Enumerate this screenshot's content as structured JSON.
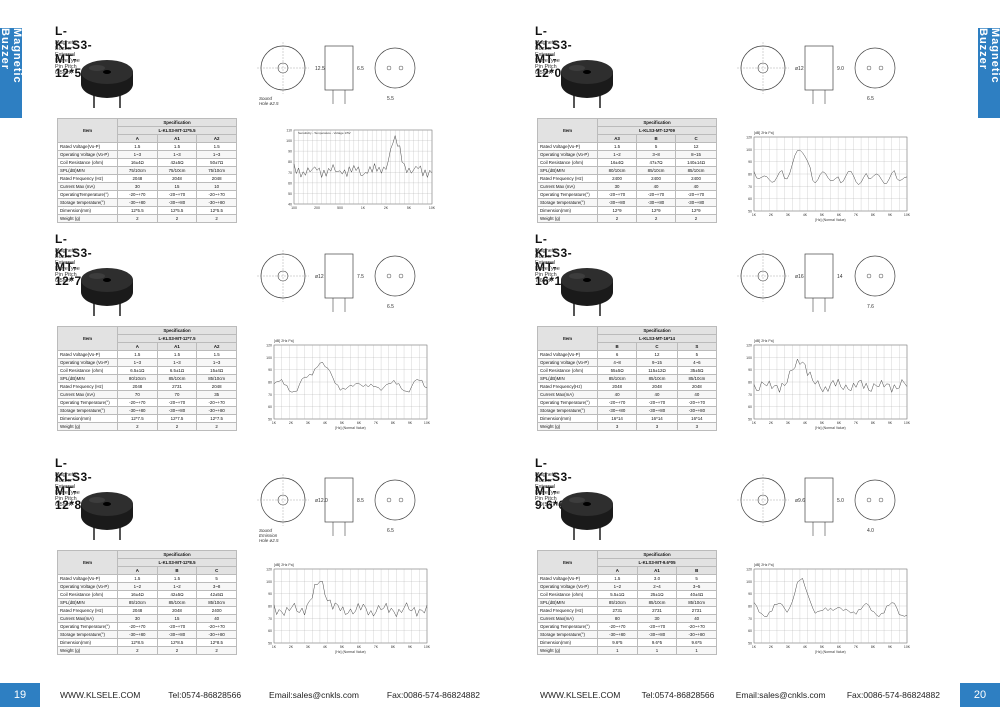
{
  "side_tab_left": "Magnetic Buzzer",
  "side_tab_right": "Magnetic Buzzer",
  "footer_left": {
    "page": "19",
    "site": "WWW.KLSELE.COM",
    "tel": "Tel:0574-86828566",
    "email": "Email:sales@cnkls.com",
    "fax": "Fax:0086-574-86824882"
  },
  "footer_right": {
    "page": "20",
    "site": "WWW.KLSELE.COM",
    "tel": "Tel:0574-86828566",
    "email": "Email:sales@cnkls.com",
    "fax": "Fax:0086-574-86824882"
  },
  "products": [
    {
      "title": "L-KLS3-MT-12*5.5",
      "subtitle": "Magnetic Buzzer External DriveType   Pin Pitch 6.5mm",
      "dims": [
        "12.5",
        "6.5",
        "5.5"
      ],
      "dwg_note": [
        "Sound",
        "Hole ø2.5"
      ],
      "spec": {
        "head": "Specification",
        "item": "Item",
        "model": "L-KLS3-MT-12*5.5",
        "cols": [
          "A",
          "A1",
          "A2"
        ],
        "rows": [
          [
            "Rated Voltage(Vo-P)",
            "1.5",
            "1.5",
            "1.5"
          ],
          [
            "Operating Voltage (Vo-P)",
            "1~3",
            "1~3",
            "1~3"
          ],
          [
            "Coil Resistance (ohm)",
            "16±4Ω",
            "42±5Ω",
            "50±7Ω"
          ],
          [
            "SPL(dB)MIN",
            "75/10cm",
            "75/10cm",
            "75/10cm"
          ],
          [
            "Rated Frequency (Hz)",
            "2048",
            "2048",
            "2048"
          ],
          [
            "Current Max (mA)",
            "30",
            "15",
            "10"
          ],
          [
            "OperatingTemperature(°)",
            "-20~+70",
            "-20~+70",
            "-20~+70"
          ],
          [
            "Storage temperature(°)",
            "-30~+80",
            "-30~+80",
            "-30~+80"
          ],
          [
            "Dimension(mm)",
            "12*5.5",
            "12*5.5",
            "12*5.5"
          ],
          [
            "Weight (g)",
            "2",
            "2",
            "2"
          ]
        ]
      },
      "chart": {
        "title": "Sensitivity - Temperature - Voltage 1/5V",
        "ylabel": "",
        "xlabel": "",
        "xticks": [
          "100",
          "200",
          "500",
          "1K",
          "2K",
          "5K",
          "10K"
        ],
        "yticks": [
          "110",
          "100",
          "90",
          "80",
          "70",
          "60",
          "50",
          "40"
        ]
      }
    },
    {
      "title": "L-KLS3-MT-12*09",
      "subtitle": "Magnetic Buzzer External DriveType   Pin Pitch 6.5mm",
      "dims": [
        "ø12",
        "9.0",
        "6.5"
      ],
      "spec": {
        "head": "Specification",
        "item": "Item",
        "model": "L-KLS3-MT-12*09",
        "cols": [
          "A3",
          "B",
          "C"
        ],
        "rows": [
          [
            "Rated Voltage(Vo-P)",
            "1.5",
            "5",
            "12"
          ],
          [
            "Operating Voltage (Vo-P)",
            "1~2",
            "3~8",
            "8~15"
          ],
          [
            "Coil Resistance (ohm)",
            "16±4Ω",
            "47±7Ω",
            "140±14Ω"
          ],
          [
            "SPL(dB)MIN",
            "80/10cm",
            "85/10cm",
            "85/10cm"
          ],
          [
            "Rated Frequency (Hz)",
            "2400",
            "2400",
            "2400"
          ],
          [
            "Current Max (mA)",
            "30",
            "40",
            "40"
          ],
          [
            "Operating Temperature(°)",
            "-20~+70",
            "-20~+70",
            "-20~+70"
          ],
          [
            "Storage temperature(°)",
            "-30~+80",
            "-30~+80",
            "-30~+80"
          ],
          [
            "Dimension(mm)",
            "12*9",
            "12*9",
            "12*9"
          ],
          [
            "Weight (g)",
            "2",
            "2",
            "2"
          ]
        ]
      },
      "chart": {
        "ylabel": "[dB] 2Hz Pa]",
        "xlabel": "[Hz] (Normal Value)",
        "xticks": [
          "1K",
          "2K",
          "3K",
          "4K",
          "5K",
          "6K",
          "7K",
          "8K",
          "9K",
          "10K"
        ],
        "yticks": [
          "120",
          "100",
          "90",
          "80",
          "70",
          "60",
          "50"
        ]
      }
    },
    {
      "title": "L-KLS3-MT-12*7.5",
      "subtitle": "Magnetic Buzzer External DriveType   Pin Pitch 6.5mm",
      "dims": [
        "ø12",
        "7.5",
        "6.5"
      ],
      "spec": {
        "head": "Specification",
        "item": "Item",
        "model": "L-KLS3-MT-12*7.5",
        "cols": [
          "A",
          "A1",
          "A2"
        ],
        "rows": [
          [
            "Rated Voltage(Vo-P)",
            "1.5",
            "1.5",
            "1.5"
          ],
          [
            "Operating Voltage (Vo-P)",
            "1~3",
            "1~3",
            "1~3"
          ],
          [
            "Coil Resistance (ohm)",
            "6.5±1Ω",
            "6.5±1Ω",
            "15±4Ω"
          ],
          [
            "SPL(dB)MIN",
            "80/10cm",
            "85/10cm",
            "85/10cm"
          ],
          [
            "Rated Frequency (Hz)",
            "2048",
            "2731",
            "2048"
          ],
          [
            "Current Max (mA)",
            "70",
            "70",
            "35"
          ],
          [
            "Operating Temperature(°)",
            "-20~+70",
            "-20~+70",
            "-20~+70"
          ],
          [
            "Storage temperature(°)",
            "-30~+80",
            "-30~+80",
            "-30~+80"
          ],
          [
            "Dimension(mm)",
            "12*7.5",
            "12*7.5",
            "12*7.5"
          ],
          [
            "Weight (g)",
            "2",
            "2",
            "2"
          ]
        ]
      },
      "chart": {
        "ylabel": "[dB] 2Hz Pa]",
        "xlabel": "[Hz] (Normal Value)",
        "xticks": [
          "1K",
          "2K",
          "3K",
          "4K",
          "5K",
          "6K",
          "7K",
          "8K",
          "9K",
          "10K"
        ],
        "yticks": [
          "120",
          "100",
          "90",
          "80",
          "70",
          "60",
          "50"
        ]
      }
    },
    {
      "title": "L-KLS3-MT-16*14",
      "subtitle": "Magnetic Buzzer External DriveType   Pin Pitch 7.6mm",
      "dims": [
        "ø16",
        "14",
        "7.6"
      ],
      "spec": {
        "head": "Specification",
        "item": "Item",
        "model": "L-KLS3-MT-16*14",
        "cols": [
          "B",
          "C",
          "S"
        ],
        "rows": [
          [
            "Rated Voltage(Vo-P)",
            "6",
            "12",
            "5"
          ],
          [
            "Operating Voltage (Vo-P)",
            "4~8",
            "9~15",
            "4~6"
          ],
          [
            "Coil Resistance (ohm)",
            "55±5Ω",
            "115±12Ω",
            "35±5Ω"
          ],
          [
            "SPL(dB)MIN",
            "85/10cm",
            "85/10cm",
            "85/10cm"
          ],
          [
            "Rated Frequency(Hz)",
            "2048",
            "2048",
            "2048"
          ],
          [
            "Current Max(mA)",
            "40",
            "40",
            "40"
          ],
          [
            "Operating Temperature(°)",
            "-20~+70",
            "-20~+70",
            "-20~+70"
          ],
          [
            "Storage temperature(°)",
            "-30~+80",
            "-30~+80",
            "-30~+80"
          ],
          [
            "Dimension(mm)",
            "16*14",
            "16*14",
            "16*14"
          ],
          [
            "Weight (g)",
            "3",
            "3",
            "3"
          ]
        ]
      },
      "chart": {
        "ylabel": "[dB] 2Hz Pa]",
        "xlabel": "[Hz] (Normal Value)",
        "xticks": [
          "1K",
          "2K",
          "3K",
          "4K",
          "5K",
          "6K",
          "7K",
          "8K",
          "9K",
          "10K"
        ],
        "yticks": [
          "120",
          "100",
          "90",
          "80",
          "70",
          "60",
          "50"
        ]
      }
    },
    {
      "title": "L-KLS3-MT-12*8.5",
      "subtitle": "Magnetic Buzzer External DriveType   Pin Pitch 6.5mm",
      "dims": [
        "ø12.0",
        "8.5",
        "6.5"
      ],
      "dwg_note": [
        "Sound",
        "Emission",
        "Hole ø2.5"
      ],
      "spec": {
        "head": "Specification",
        "item": "Item",
        "model": "L-KLS3-MT-12*8.5",
        "cols": [
          "A",
          "B",
          "C"
        ],
        "rows": [
          [
            "Rated Voltage(Vo-P)",
            "1.5",
            "1.5",
            "5"
          ],
          [
            "Operating Voltage (Vo-P)",
            "1~2",
            "1~2",
            "3~8"
          ],
          [
            "Coil Resistance (ohm)",
            "16±4Ω",
            "42±5Ω",
            "42±5Ω"
          ],
          [
            "SPL(dB)MIN",
            "85/10cm",
            "85/10cm",
            "85/10cm"
          ],
          [
            "Rated Frequency (Hz)",
            "2048",
            "2048",
            "2400"
          ],
          [
            "Current Max(mA)",
            "30",
            "15",
            "40"
          ],
          [
            "Operating Temperature(°)",
            "-20~+70",
            "-20~+70",
            "-20~+70"
          ],
          [
            "Storage temperature(°)",
            "-30~+80",
            "-30~+80",
            "-30~+80"
          ],
          [
            "Dimension(mm)",
            "12*8.5",
            "12*8.5",
            "12*8.5"
          ],
          [
            "Weight (g)",
            "2",
            "2",
            "2"
          ]
        ]
      },
      "chart": {
        "ylabel": "[dB] 2Hz Pa]",
        "xlabel": "[Hz] (Normal Value)",
        "xticks": [
          "1K",
          "2K",
          "3K",
          "4K",
          "5K",
          "6K",
          "7K",
          "8K",
          "9K",
          "10K"
        ],
        "yticks": [
          "120",
          "100",
          "90",
          "80",
          "70",
          "60",
          "50"
        ]
      }
    },
    {
      "title": "L-KLS3-MT-9.6*05",
      "subtitle": "Magnetic Buzzer External DriveType   Pin Pitch 4.0(5.0)mm",
      "dims": [
        "ø9.6",
        "5.0",
        "4.0"
      ],
      "spec": {
        "head": "Specification",
        "item": "Item",
        "model": "L-KLS3-MT-9.6*05",
        "cols": [
          "A",
          "A1",
          "B"
        ],
        "rows": [
          [
            "Rated Voltage(Vo-P)",
            "1.5",
            "3.0",
            "5"
          ],
          [
            "Operating Voltage (Vo-P)",
            "1~2",
            "2~4",
            "3~5"
          ],
          [
            "Coil Resistance (ohm)",
            "5.5±1Ω",
            "25±1Ω",
            "40±4Ω"
          ],
          [
            "SPL(dB)MIN",
            "85/10cm",
            "85/10cm",
            "85/10cm"
          ],
          [
            "Rated Frequency (Hz)",
            "2731",
            "2731",
            "2731"
          ],
          [
            "Current Max(mA)",
            "80",
            "30",
            "40"
          ],
          [
            "Operating Temperature(°)",
            "-20~+70",
            "-20~+70",
            "-20~+70"
          ],
          [
            "Storage temperature(°)",
            "-30~+80",
            "-30~+80",
            "-30~+80"
          ],
          [
            "Dimension(mm)",
            "9.6*5",
            "9.6*5",
            "9.6*5"
          ],
          [
            "Weight (g)",
            "1",
            "1",
            "1"
          ]
        ]
      },
      "chart": {
        "ylabel": "[dB] 2Hz Pa]",
        "xlabel": "[Hz] (Normal Value)",
        "xticks": [
          "1K",
          "2K",
          "3K",
          "4K",
          "5K",
          "6K",
          "7K",
          "8K",
          "9K",
          "10K"
        ],
        "yticks": [
          "120",
          "100",
          "90",
          "80",
          "70",
          "60",
          "50"
        ]
      }
    }
  ]
}
